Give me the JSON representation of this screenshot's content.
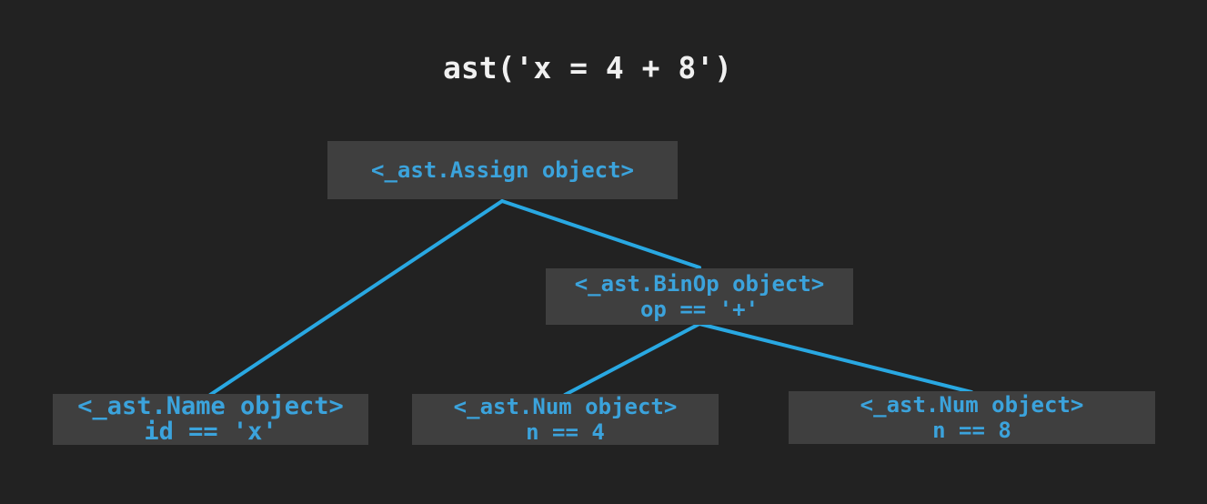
{
  "title": "ast('x = 4 + 8')",
  "colors": {
    "background": "#222222",
    "node_fill": "#3f3f3f",
    "node_text": "#3ba3dc",
    "edge": "#29a8e2",
    "title_text": "#f0f0f0"
  },
  "tree": {
    "nodes": [
      {
        "id": "assign",
        "label": "<_ast.Assign object>"
      },
      {
        "id": "binop",
        "label": "<_ast.BinOp object>",
        "detail": "op == '+'"
      },
      {
        "id": "name",
        "label": "<_ast.Name object>",
        "detail": "id == 'x'"
      },
      {
        "id": "num-4",
        "label": "<_ast.Num object>",
        "detail": "n == 4"
      },
      {
        "id": "num-8",
        "label": "<_ast.Num object>",
        "detail": "n == 8"
      }
    ],
    "edges": [
      {
        "from": "assign",
        "to": "name"
      },
      {
        "from": "assign",
        "to": "binop"
      },
      {
        "from": "binop",
        "to": "num-4"
      },
      {
        "from": "binop",
        "to": "num-8"
      }
    ]
  }
}
